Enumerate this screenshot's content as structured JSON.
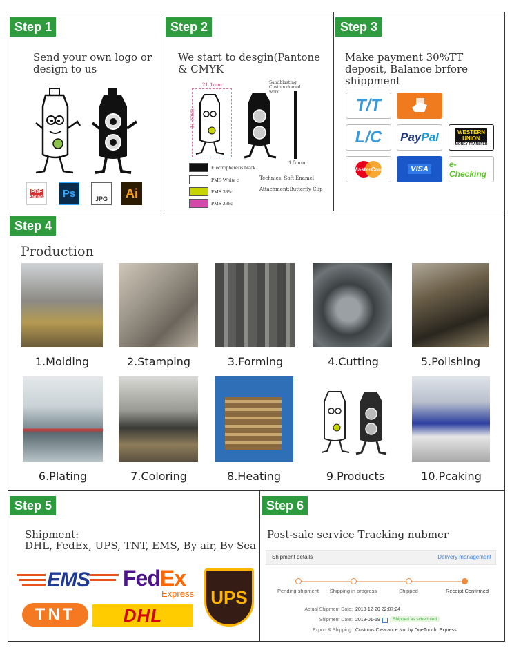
{
  "step1": {
    "label": "Step 1",
    "text": "Send your own logo or design to us",
    "files": [
      "PDF",
      "Adobe",
      "Ps",
      "JPG",
      "Ai"
    ]
  },
  "step2": {
    "label": "Step 2",
    "text": "We start to desgin(Pantone & CMYK",
    "dim_w": "21.1mm",
    "dim_h": "41.3mm",
    "dim_depth": "1.5mm",
    "note_top": "Sandblasting Custom domed word",
    "technic": "Technics: Soft Enamel",
    "attachment": "Attachment:Butterfly Clip",
    "swatches": [
      {
        "label": "Electropheresis black",
        "color": "#111111"
      },
      {
        "label": "PMS White c",
        "color": "#ffffff"
      },
      {
        "label": "PMS 389c",
        "color": "#c6d400"
      },
      {
        "label": "PMS 238c",
        "color": "#d54aa9"
      }
    ]
  },
  "step3": {
    "label": "Step 3",
    "text": "Make payment 30%TT deposit, Balance brfore shippment",
    "payments": {
      "tt": "T/T",
      "lc": "L/C",
      "paypal_a": "Pay",
      "paypal_b": "Pal",
      "wu_a": "WESTERN",
      "wu_b": "UNION",
      "wu_c": "MONEY TRANSFER",
      "mastercard": "MasterCard",
      "visa": "VISA",
      "echeck": "e-Checking"
    }
  },
  "step4": {
    "label": "Step 4",
    "title": "Production",
    "stages": [
      "1.Moiding",
      "2.Stamping",
      "3.Forming",
      "4.Cutting",
      "5.Polishing",
      "6.Plating",
      "7.Coloring",
      "8.Heating",
      "9.Products",
      "10.Pcaking"
    ]
  },
  "step5": {
    "label": "Step 5",
    "line1": "Shipment:",
    "line2": "DHL, FedEx, UPS, TNT, EMS, By air, By Sea",
    "logos": {
      "ems": "EMS",
      "fedex_a": "Fed",
      "fedex_b": "Ex",
      "fedex_c": "Express",
      "ups": "UPS",
      "tnt": "TNT",
      "dhl": "DHL"
    }
  },
  "step6": {
    "label": "Step 6",
    "text": "Post-sale service Tracking nubmer",
    "details_title": "Shipment details",
    "delivery_link": "Delivery management",
    "progress": [
      "Pending shipment",
      "Shipping in progress",
      "Shipped",
      "Receipt Confirmed"
    ],
    "actual_label": "Actual Shipment Date:",
    "actual_value": "2018-12-20 22:07:24",
    "shipment_label": "Shipment Date:",
    "shipment_value": "2019-01-19",
    "shipment_badge": "Shipped as scheduled",
    "export_label": "Export & Shipping:",
    "export_value": "Customs Clearance Not by OneTouch, Express"
  },
  "colors": {
    "step_green": "#2e9b3e",
    "link_blue": "#3b7dd8",
    "progress_orange": "#f08a3c"
  }
}
